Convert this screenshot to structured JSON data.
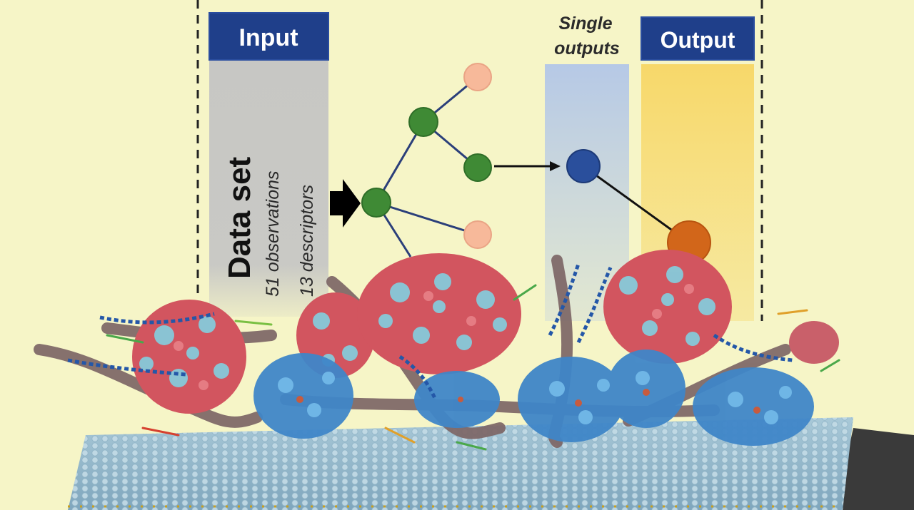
{
  "input_header": "Input",
  "output_header": "Output",
  "dataset": {
    "title": "Data set",
    "observations": "51 observations",
    "descriptors": "13 descriptors"
  },
  "single_outputs": {
    "line1": "Single",
    "line2": "outputs"
  },
  "colors": {
    "background": "#f6f5c7",
    "header_fill": "#1f3f8a",
    "input_column": "#c7c7c4",
    "single_outputs_column": "#b6c9e6",
    "output_column": "#f7d86a",
    "node_green": "#3f8a35",
    "node_peach": "#f7b99a",
    "node_blue": "#2a4f9c",
    "node_orange": "#d2661a"
  }
}
